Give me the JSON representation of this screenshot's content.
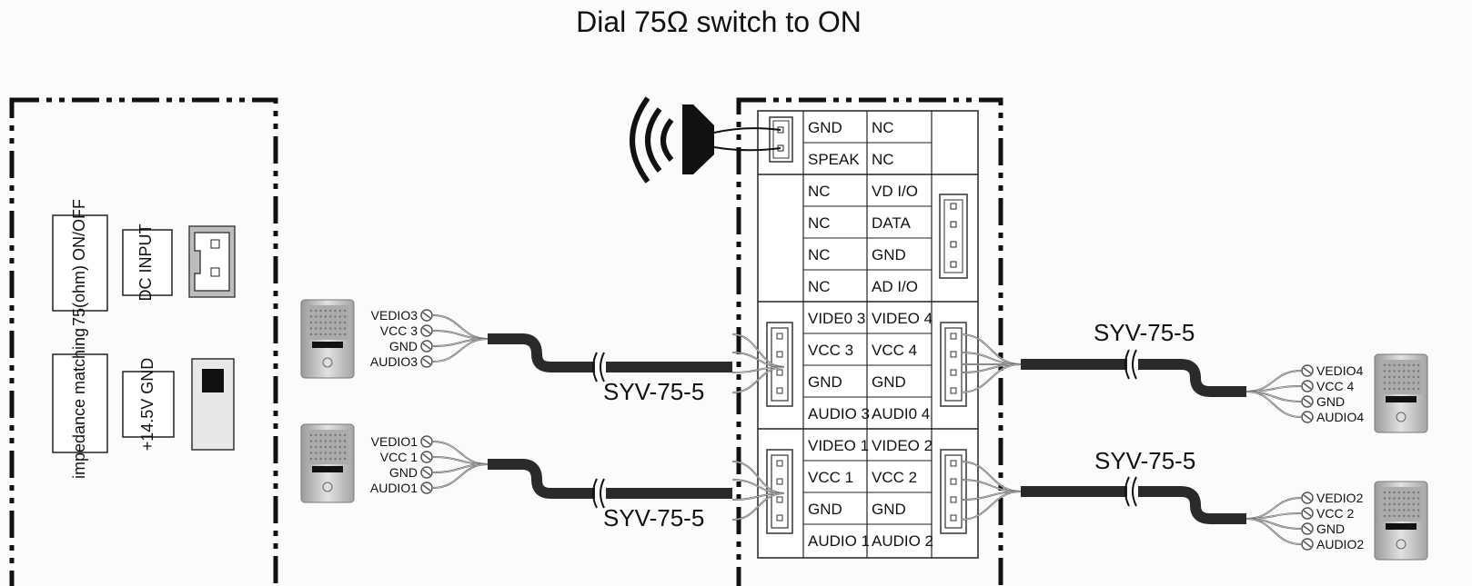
{
  "title": "Dial 75Ω switch to ON",
  "power_unit": {
    "switch_label": "75(ohm) ON/OFF",
    "dc_label": "DC INPUT",
    "impedance_label": "impedance matching",
    "power_label": "+14.5V GND"
  },
  "terminal_block": {
    "speaker_rows": [
      [
        "GND",
        "NC"
      ],
      [
        "SPEAK",
        "NC"
      ]
    ],
    "data_rows": [
      [
        "NC",
        "VD I/O"
      ],
      [
        "NC",
        "DATA"
      ],
      [
        "NC",
        "GND"
      ],
      [
        "NC",
        "AD I/O"
      ]
    ],
    "port_34_rows": [
      [
        "VIDE0 3",
        "VIDEO 4"
      ],
      [
        "VCC 3",
        "VCC 4"
      ],
      [
        "GND",
        "GND"
      ],
      [
        "AUDIO 3",
        "AUDI0 4"
      ]
    ],
    "port_12_rows": [
      [
        "VIDEO 1",
        "VIDEO 2"
      ],
      [
        "VCC 1",
        "VCC 2"
      ],
      [
        "GND",
        "GND"
      ],
      [
        "AUDIO 1",
        "AUDIO 2"
      ]
    ]
  },
  "cable_label": "SYV-75-5",
  "door_stations": [
    {
      "id": "3",
      "wires": [
        "VEDIO3",
        "VCC 3",
        "GND",
        "AUDIO3"
      ]
    },
    {
      "id": "1",
      "wires": [
        "VEDIO1",
        "VCC 1",
        "GND",
        "AUDIO1"
      ]
    },
    {
      "id": "4",
      "wires": [
        "VEDIO4",
        "VCC 4",
        "GND",
        "AUDIO4"
      ]
    },
    {
      "id": "2",
      "wires": [
        "VEDIO2",
        "VCC 2",
        "GND",
        "AUDIO2"
      ]
    }
  ],
  "icons": [
    "speaker-icon",
    "door-station-icon",
    "screw-terminal-icon",
    "connector-icon"
  ]
}
